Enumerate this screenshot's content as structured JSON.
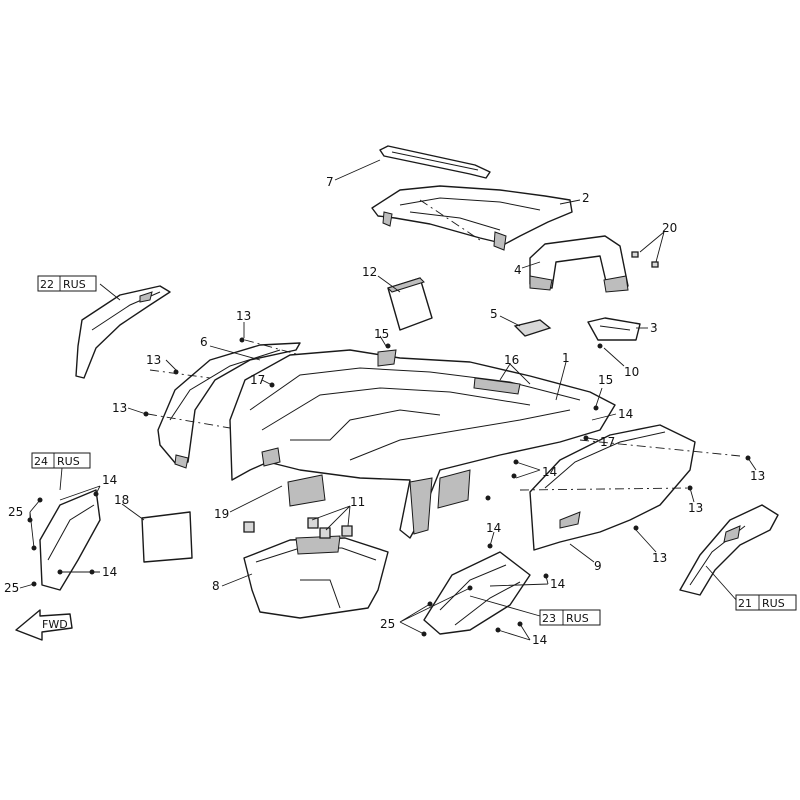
{
  "callouts": {
    "c1": "1",
    "c2": "2",
    "c3": "3",
    "c4": "4",
    "c5": "5",
    "c6": "6",
    "c7": "7",
    "c8": "8",
    "c9": "9",
    "c10": "10",
    "c11": "11",
    "c12": "12",
    "c13": "13",
    "c14": "14",
    "c15": "15",
    "c16": "16",
    "c17": "17",
    "c18": "18",
    "c19": "19",
    "c20": "20",
    "c25": "25"
  },
  "kits": {
    "k21": {
      "num": "21",
      "code": "RUS"
    },
    "k22": {
      "num": "22",
      "code": "RUS"
    },
    "k23": {
      "num": "23",
      "code": "RUS"
    },
    "k24": {
      "num": "24",
      "code": "RUS"
    }
  },
  "direction_arrow": {
    "label": "FWD"
  }
}
